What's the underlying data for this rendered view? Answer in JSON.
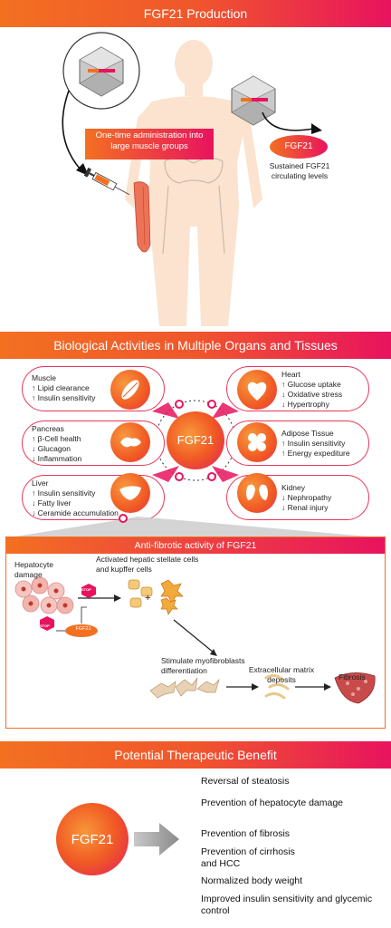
{
  "section1": {
    "title": "FGF21 Production",
    "callout": "One-time administration into large muscle groups",
    "fgf21_pill": "FGF21",
    "sustained_text": "Sustained FGF21 circulating levels"
  },
  "section2": {
    "title": "Biological Activities in Multiple Organs and Tissues",
    "center_label": "FGF21",
    "organs": {
      "muscle": {
        "name": "Muscle",
        "lines": [
          "↑ Lipid clearance",
          "↑ Insulin sensitivity"
        ]
      },
      "pancreas": {
        "name": "Pancreas",
        "lines": [
          "↑ β-Cell health",
          "↓ Glucagon",
          "↓ Inflammation"
        ]
      },
      "liver": {
        "name": "Liver",
        "lines": [
          "↑ Insulin sensitivity",
          "↓ Fatty liver",
          "↓ Ceramide accumulation"
        ]
      },
      "heart": {
        "name": "Heart",
        "lines": [
          "↑ Glucose uptake",
          "↓ Oxidative stress",
          "↓ Hypertrophy"
        ]
      },
      "adipose": {
        "name": "Adipose Tissue",
        "lines": [
          "↑ Insulin sensitivity",
          "↑ Energy expediture"
        ]
      },
      "kidney": {
        "name": "Kidney",
        "lines": [
          "↓ Nephropathy",
          "↓ Renal injury"
        ]
      }
    }
  },
  "antifibrotic": {
    "title": "Anti-fibrotic activity of FGF21",
    "hepatocyte": "Hepatocyte damage",
    "activated": "Activated hepatic stellate cells and kupffer cells",
    "stop": "STOP",
    "fgf21": "FGF21",
    "plus": "+",
    "myofibroblasts": "Stimulate myofibroblasts differentiation",
    "ecm": "Extracellular matrix deposits",
    "fibrosis": "Fibrosis"
  },
  "section3": {
    "title": "Potential Therapeutic Benefit",
    "center_label": "FGF21",
    "benefits": [
      "Reversal of steatosis",
      "Prevention of hepatocyte damage",
      "Prevention of fibrosis",
      "Prevention of cirrhosis and HCC",
      "Normalized body weight",
      "Improved insulin sensitivity and glycemic control"
    ]
  },
  "colors": {
    "orange": "#f37021",
    "pink": "#e8135f",
    "body": "#fbe3cf"
  }
}
